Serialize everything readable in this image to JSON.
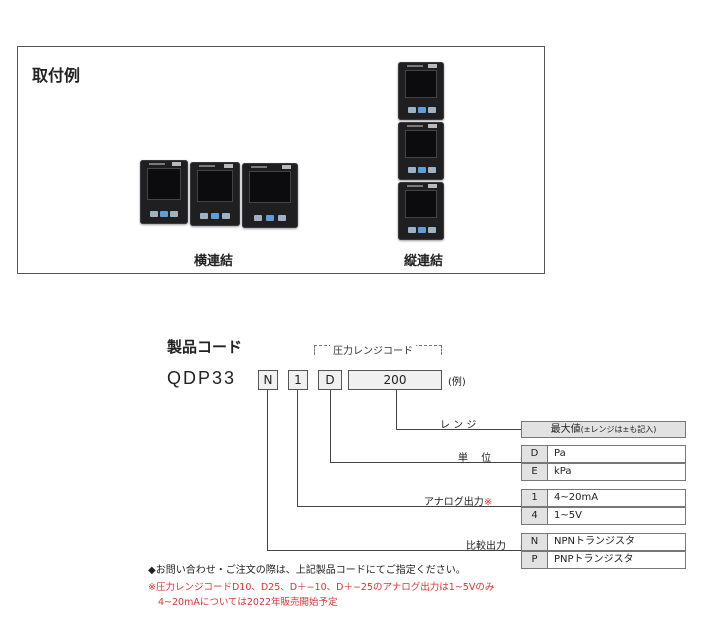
{
  "mounting": {
    "title": "取付例",
    "horizontal_caption": "横連結",
    "vertical_caption": "縦連結"
  },
  "code": {
    "heading": "製品コード",
    "range_header": "圧力レンジコード",
    "model": "QDP33",
    "boxes": [
      "N",
      "1",
      "D",
      "200"
    ],
    "example": "(例)"
  },
  "labels": {
    "range": "レ ン ジ",
    "unit": "単　 位",
    "analog": "アナログ出力",
    "analog_mark": "※",
    "compare": "比較出力"
  },
  "range_cell": {
    "main": "最大値",
    "note": "(±レンジは±も記入)"
  },
  "unit_rows": [
    {
      "key": "D",
      "value": "Pa"
    },
    {
      "key": "E",
      "value": "kPa"
    }
  ],
  "analog_rows": [
    {
      "key": "1",
      "value": "4~20mA"
    },
    {
      "key": "4",
      "value": "1~5V"
    }
  ],
  "compare_rows": [
    {
      "key": "N",
      "value": "NPNトランジスタ"
    },
    {
      "key": "P",
      "value": "PNPトランジスタ"
    }
  ],
  "notes": {
    "contact": "◆お問い合わせ・ご注文の際は、上記製品コードにてご指定ください。",
    "footnote_1": "※圧力レンジコードD10、D25、D＋−10、D＋−25のアナログ出力は1~5Vのみ",
    "footnote_2": "4~20mAについては2022年販売開始予定"
  }
}
